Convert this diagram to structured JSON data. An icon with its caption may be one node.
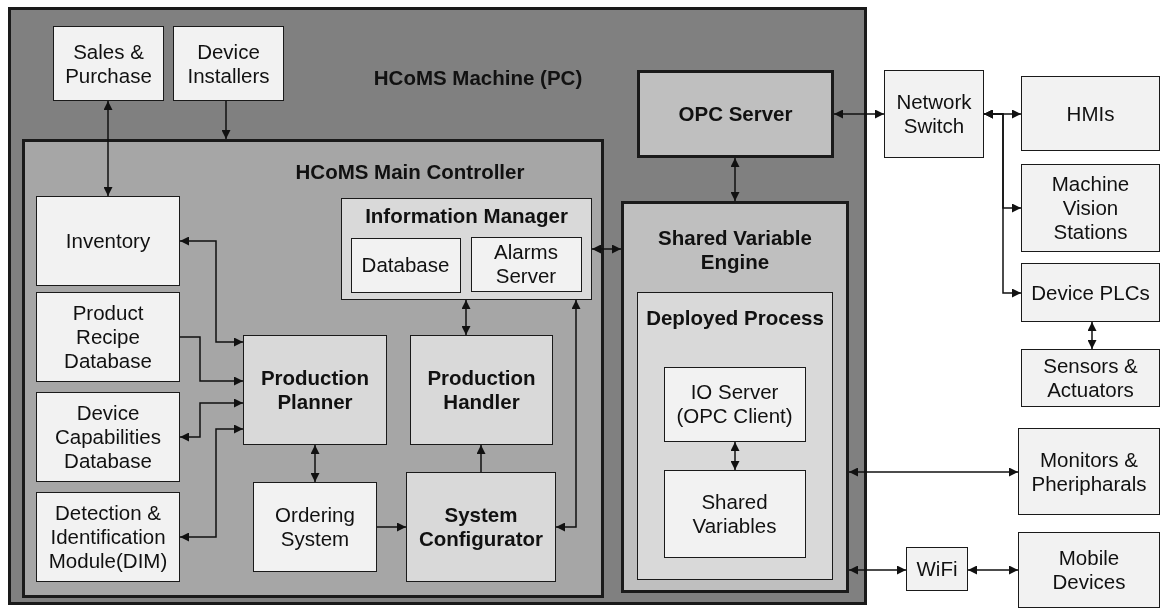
{
  "diagram": {
    "nodes": [
      {
        "text": [
          "HCoMS Machine (PC)"
        ]
      },
      {
        "text": [
          "Sales & Purchase"
        ],
        "in": 0
      },
      {
        "text": [
          "Device Installers"
        ],
        "in": 0
      },
      {
        "text": [
          "HCoMS Main Controller"
        ],
        "in": 0
      },
      {
        "text": [
          "Inventory"
        ],
        "in": 3
      },
      {
        "text": [
          "Product Recipe Database"
        ],
        "in": 3
      },
      {
        "text": [
          "Device Capabilities Database"
        ],
        "in": 3
      },
      {
        "text": [
          "Detection & Identification Module(DIM)"
        ],
        "in": 3
      },
      {
        "text": [
          "Information Manager"
        ],
        "in": 3
      },
      {
        "text": [
          "Database"
        ],
        "in": 8
      },
      {
        "text": [
          "Alarms Server"
        ],
        "in": 8
      },
      {
        "text": [
          "Production Planner"
        ],
        "in": 3
      },
      {
        "text": [
          "Production Handler"
        ],
        "in": 3
      },
      {
        "text": [
          "Ordering System"
        ],
        "in": 3
      },
      {
        "text": [
          "System Configurator"
        ],
        "in": 3
      },
      {
        "text": [
          "OPC Server"
        ],
        "in": 0
      },
      {
        "text": [
          "Shared Variable Engine"
        ],
        "in": 0
      },
      {
        "text": [
          "Deployed Process"
        ],
        "in": 16
      },
      {
        "text": [
          "IO Server (OPC Client)"
        ],
        "in": 17
      },
      {
        "text": [
          "Shared Variables"
        ],
        "in": 17
      },
      {
        "text": [
          "Network Switch"
        ]
      },
      {
        "text": [
          "HMIs"
        ]
      },
      {
        "text": [
          "Machine Vision Stations"
        ]
      },
      {
        "text": [
          "Device PLCs"
        ]
      },
      {
        "text": [
          "Sensors & Actuators"
        ]
      },
      {
        "text": [
          "Monitors & Pheripharals"
        ]
      },
      {
        "text": [
          "WiFi"
        ]
      },
      {
        "text": [
          "Mobile Devices"
        ]
      }
    ],
    "edges": [
      {
        "from": 1,
        "to": 4,
        "arrow": "both"
      },
      {
        "from": 2,
        "to": 3,
        "arrow": "to"
      },
      {
        "from": 11,
        "to": 4,
        "arrow": "both"
      },
      {
        "from": 5,
        "to": 11,
        "arrow": "to"
      },
      {
        "from": 6,
        "to": 11,
        "arrow": "both"
      },
      {
        "from": 7,
        "to": 11,
        "arrow": "both"
      },
      {
        "from": 8,
        "to": 16,
        "arrow": "both"
      },
      {
        "from": 8,
        "to": 12,
        "arrow": "both"
      },
      {
        "from": 14,
        "to": 8,
        "arrow": "both"
      },
      {
        "from": 11,
        "to": 13,
        "arrow": "both"
      },
      {
        "from": 13,
        "to": 14,
        "arrow": "to"
      },
      {
        "from": 14,
        "to": 12,
        "arrow": "to"
      },
      {
        "from": 15,
        "to": 16,
        "arrow": "both"
      },
      {
        "from": 15,
        "to": 20,
        "arrow": "both"
      },
      {
        "from": 20,
        "to": 21,
        "arrow": "both"
      },
      {
        "from": 20,
        "to": 22,
        "arrow": "both"
      },
      {
        "from": 20,
        "to": 23,
        "arrow": "both"
      },
      {
        "from": 23,
        "to": 24,
        "arrow": "both"
      },
      {
        "from": 18,
        "to": 19,
        "arrow": "both"
      },
      {
        "from": 16,
        "to": 25,
        "arrow": "both"
      },
      {
        "from": 16,
        "to": 26,
        "arrow": "both"
      },
      {
        "from": 26,
        "to": 27,
        "arrow": "both"
      }
    ]
  }
}
